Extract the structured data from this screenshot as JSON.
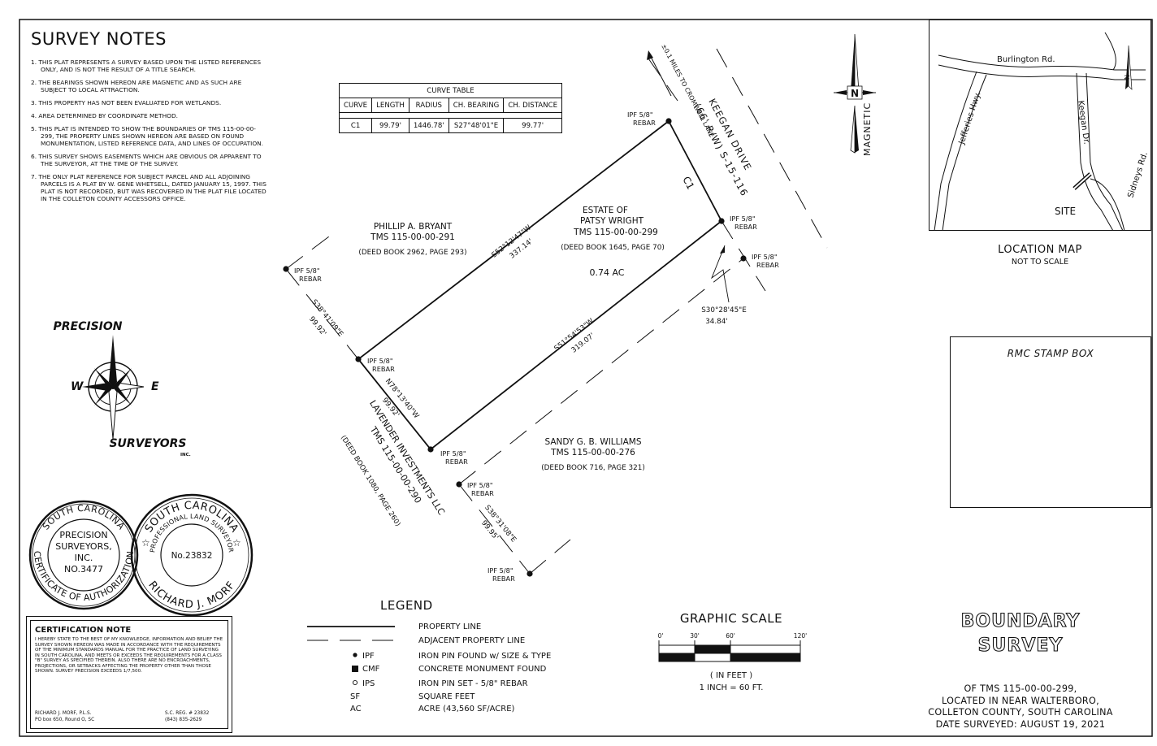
{
  "survey_notes": {
    "title": "SURVEY NOTES",
    "items": [
      "1. THIS PLAT REPRESENTS A SURVEY BASED UPON THE LISTED REFERENCES ONLY, AND IS NOT THE RESULT OF A TITLE SEARCH.",
      "2. THE BEARINGS SHOWN HEREON ARE MAGNETIC AND AS SUCH ARE SUBJECT TO LOCAL ATTRACTION.",
      "3. THIS PROPERTY HAS NOT BEEN EVALUATED FOR WETLANDS.",
      "4. AREA DETERMINED BY COORDINATE METHOD.",
      "5. THIS PLAT IS INTENDED TO SHOW THE BOUNDARIES OF TMS 115-00-00-299, THE PROPERTY LINES SHOWN HEREON ARE BASED ON FOUND MONUMENTATION, LISTED REFERENCE DATA, AND LINES OF OCCUPATION.",
      "6. THIS SURVEY SHOWS EASEMENTS WHICH ARE OBVIOUS OR APPARENT TO THE SURVEYOR, AT THE TIME OF THE SURVEY.",
      "7. THE ONLY PLAT REFERENCE FOR SUBJECT PARCEL AND ALL ADJOINING PARCELS IS A PLAT BY W. GENE WHETSELL, DATED JANUARY 15, 1997. THIS PLAT IS NOT RECORDED, BUT WAS RECOVERED IN THE PLAT FILE LOCATED IN THE COLLETON COUNTY ACCESSORS OFFICE."
    ]
  },
  "company": {
    "top": "PRECISION",
    "bottom": "SURVEYORS",
    "inc": "INC.",
    "w": "W",
    "e": "E"
  },
  "seal_company": {
    "ring_top": "SOUTH CAROLINA",
    "ring_bottom": "CERTIFICATE OF AUTHORIZATION",
    "line1": "PRECISION",
    "line2": "SURVEYORS,",
    "line3": "INC.",
    "line4": "NO.3477"
  },
  "seal_surveyor": {
    "ring_top": "SOUTH CAROLINA",
    "ring_mid": "PROFESSIONAL LAND SURVEYOR",
    "ring_bottom": "RICHARD J. MORF",
    "number": "No.23832"
  },
  "certification": {
    "title": "CERTIFICATION NOTE",
    "text": "I HEREBY STATE TO THE BEST OF MY KNOWLEDGE, INFORMATION AND BELIEF THE SURVEY SHOWN HEREON WAS MADE IN ACCORDANCE WITH THE REQUIREMENTS OF THE MINIMUM STANDARDS MANUAL FOR THE PRACTICE OF LAND SURVEYING IN SOUTH CAROLINA, AND MEETS OR EXCEEDS THE REQUIREMENTS FOR A CLASS \"B\" SURVEY AS SPECIFIED THEREIN. ALSO THERE ARE NO ENCROACHMENTS, PROJECTIONS, OR SETBACKS AFFECTING THE PROPERTY OTHER THAN THOSE SHOWN. SURVEY PRECISION EXCEEDS 1/7,500.",
    "name": "RICHARD J. MORF,  P.L.S.",
    "address": "PO box 650, Round O, SC",
    "reg": "S.C. REG. # 23832",
    "phone": "(843) 835-2629"
  },
  "curve_table": {
    "title": "CURVE TABLE",
    "headers": [
      "CURVE",
      "LENGTH",
      "RADIUS",
      "CH. BEARING",
      "CH. DISTANCE"
    ],
    "row": [
      "C1",
      "99.79'",
      "1446.78'",
      "S27°48'01\"E",
      "99.77'"
    ]
  },
  "plat": {
    "road_note": "±0.1 MILES TO CROMWELL LANE",
    "road_name": "KEEGAN DRIVE",
    "road_row": "(66' R/W) S-15-116",
    "curve_label": "C1",
    "subject": {
      "line1": "ESTATE OF",
      "line2": "PATSY WRIGHT",
      "tms": "TMS 115-00-00-299",
      "deed": "(DEED BOOK 1645, PAGE 70)",
      "area": "0.74 AC"
    },
    "bryant": {
      "name": "PHILLIP A. BRYANT",
      "tms": "TMS 115-00-00-291",
      "deed": "(DEED BOOK 2962, PAGE 293)"
    },
    "williams": {
      "name": "SANDY G. B. WILLIAMS",
      "tms": "TMS 115-00-00-276",
      "deed": "(DEED BOOK 716, PAGE 321)"
    },
    "lavender": {
      "name": "LAVENDER INVESTMENTS LLC",
      "tms": "TMS 115-00-00-290",
      "deed": "(DEED BOOK 1080, PAGE 260)"
    },
    "bearings": {
      "north_bearing": "S52°12'47\"W",
      "north_dist": "337.14'",
      "south_bearing": "S51°54'53\"W",
      "south_dist": "319.07'",
      "west_bearing": "N78°13'40\"W",
      "west_dist": "99.92'",
      "nw_bearing": "S38°41'09\"E",
      "nw_dist": "99.92'",
      "sw_bearing": "S38°31'08\"E",
      "sw_dist": "99.95'",
      "tie_bearing": "S30°28'45\"E",
      "tie_dist": "34.84'"
    },
    "pin_label": "IPF 5/8\"",
    "pin_sub": "REBAR"
  },
  "north_arrow": {
    "letter": "N",
    "label": "MAGNETIC"
  },
  "location_map": {
    "title": "LOCATION MAP",
    "subtitle": "NOT TO SCALE",
    "roads": [
      "Burlington Rd.",
      "Jefferies Hwy.",
      "Keegan Dr.",
      "Sidneys Rd."
    ],
    "site": "SITE",
    "north": "N"
  },
  "stamp_box": {
    "label": "RMC STAMP BOX"
  },
  "legend": {
    "title": "LEGEND",
    "items": [
      {
        "sym": "",
        "text": "PROPERTY LINE"
      },
      {
        "sym": "",
        "text": "ADJACENT PROPERTY LINE"
      },
      {
        "sym": "IPF",
        "text": "IRON PIN FOUND w/ SIZE & TYPE"
      },
      {
        "sym": "CMF",
        "text": "CONCRETE MONUMENT FOUND"
      },
      {
        "sym": "IPS",
        "text": "IRON PIN SET - 5/8\" REBAR"
      },
      {
        "sym": "SF",
        "text": "SQUARE FEET"
      },
      {
        "sym": "AC",
        "text": "ACRE (43,560 SF/ACRE)"
      }
    ]
  },
  "graphic_scale": {
    "title": "GRAPHIC SCALE",
    "ticks": [
      "0'",
      "30'",
      "60'",
      "120'"
    ],
    "unit": "( IN FEET )",
    "ratio": "1 INCH = 60 FT."
  },
  "title_block": {
    "line1": "BOUNDARY",
    "line2": "SURVEY",
    "sub": [
      "OF TMS 115-00-00-299,",
      "LOCATED IN NEAR WALTERBORO,",
      "COLLETON COUNTY, SOUTH CAROLINA",
      "DATE SURVEYED: AUGUST 19, 2021"
    ]
  }
}
